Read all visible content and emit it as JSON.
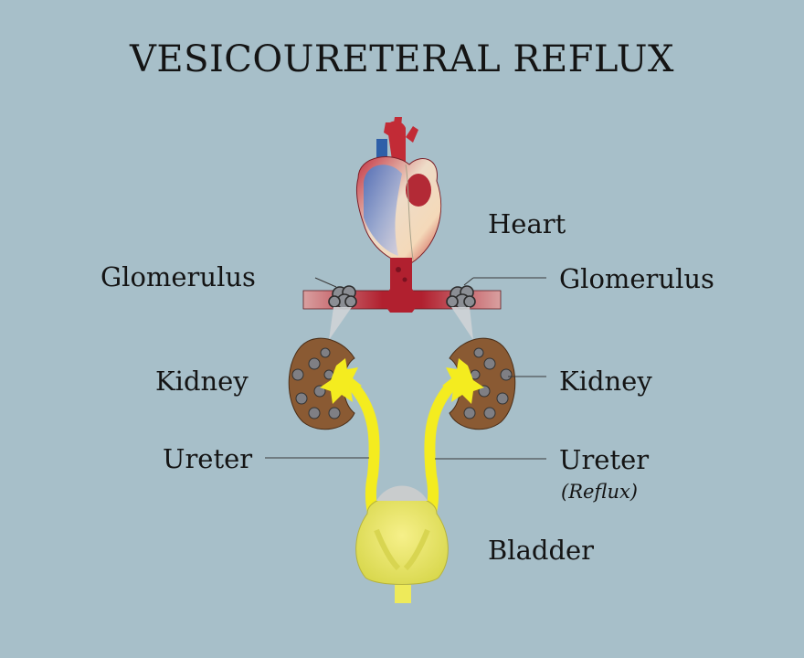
{
  "title": "VESICOURETERAL REFLUX",
  "labels": {
    "heart": "Heart",
    "glomerulus_left": "Glomerulus",
    "glomerulus_right": "Glomerulus",
    "kidney_left": "Kidney",
    "kidney_right": "Kidney",
    "ureter_left": "Ureter",
    "ureter_right": "Ureter",
    "ureter_right_note": "(Reflux)",
    "bladder": "Bladder"
  },
  "colors": {
    "background": "#a7bfc9",
    "artery": "#b1202f",
    "vein": "#2e5fa8",
    "urine": "#f4ec1f",
    "kidney_tissue": "#8a5a33",
    "bladder": "#e9ea6c"
  }
}
